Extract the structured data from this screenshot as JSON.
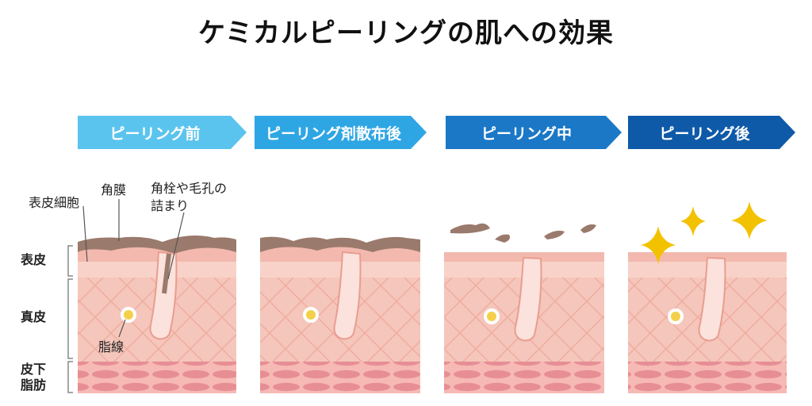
{
  "title": "ケミカルピーリングの肌への効果",
  "stages": [
    {
      "label": "ピーリング前",
      "color": "#5bc4ee"
    },
    {
      "label": "ピーリング剤散布後",
      "color": "#2fa6e4"
    },
    {
      "label": "ピーリング中",
      "color": "#1b78c7"
    },
    {
      "label": "ピーリング後",
      "color": "#0f5aa8"
    }
  ],
  "annotations": {
    "kakumaku": "角膜",
    "hyohi_saibo": "表皮細胞",
    "kakusen_line1": "角栓や毛孔の",
    "kakusen_line2": "詰まり",
    "shisen": "脂線"
  },
  "layers": {
    "hyohi": "表皮",
    "shinpi": "真皮",
    "hika_line1": "皮下",
    "hika_line2": "脂肪"
  },
  "colors": {
    "epidermis": "#f3b9ae",
    "epidermis_light": "#f8d4cc",
    "dermis": "#f5c6bb",
    "dermis_pattern": "#f0ad9f",
    "fat": "#f3a6a8",
    "fat_cell": "#e58b92",
    "keratin": "#9a7a6c",
    "sebum": "#f4d04a",
    "sparkle": "#f2c200"
  }
}
